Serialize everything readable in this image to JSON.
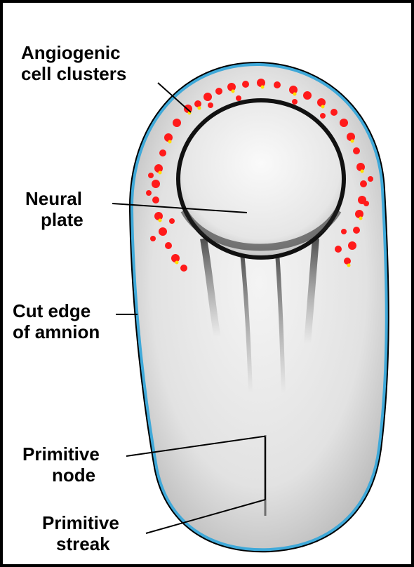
{
  "labels": {
    "angiogenic": {
      "line1": "Angiogenic",
      "line2": "cell clusters"
    },
    "neural_plate": {
      "line1": "Neural",
      "line2": "plate"
    },
    "amnion": {
      "line1": "Cut edge",
      "line2": "of amnion"
    },
    "node": {
      "line1": "Primitive",
      "line2": "node"
    },
    "streak": {
      "line1": "Primitive",
      "line2": "streak"
    }
  },
  "colors": {
    "amnion_outline": "#3fa9d9",
    "embryo_outline": "#000000",
    "cell_clusters": "#ff1a1a",
    "cell_cluster_core": "#ffe000",
    "background": "#ffffff"
  }
}
